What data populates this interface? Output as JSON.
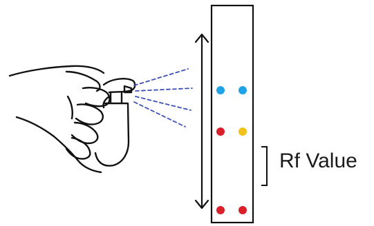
{
  "diagram": {
    "annotation": {
      "rf_label": "Rf Value"
    },
    "spots": [
      {
        "lane": "left",
        "row": "top",
        "color": "#1fa3e6"
      },
      {
        "lane": "right",
        "row": "top",
        "color": "#1fa3e6"
      },
      {
        "lane": "left",
        "row": "middle",
        "color": "#d91f2a"
      },
      {
        "lane": "right",
        "row": "middle",
        "color": "#f2c21a"
      },
      {
        "lane": "left",
        "row": "bottom",
        "color": "#d91f2a"
      },
      {
        "lane": "right",
        "row": "bottom",
        "color": "#d91f2a"
      }
    ],
    "icons": {
      "hand": "hand-holding-spray-bottle-icon",
      "spray": "spray-mist-icon"
    },
    "colors": {
      "outline": "#111111",
      "spray": "#3b4fb8"
    }
  }
}
